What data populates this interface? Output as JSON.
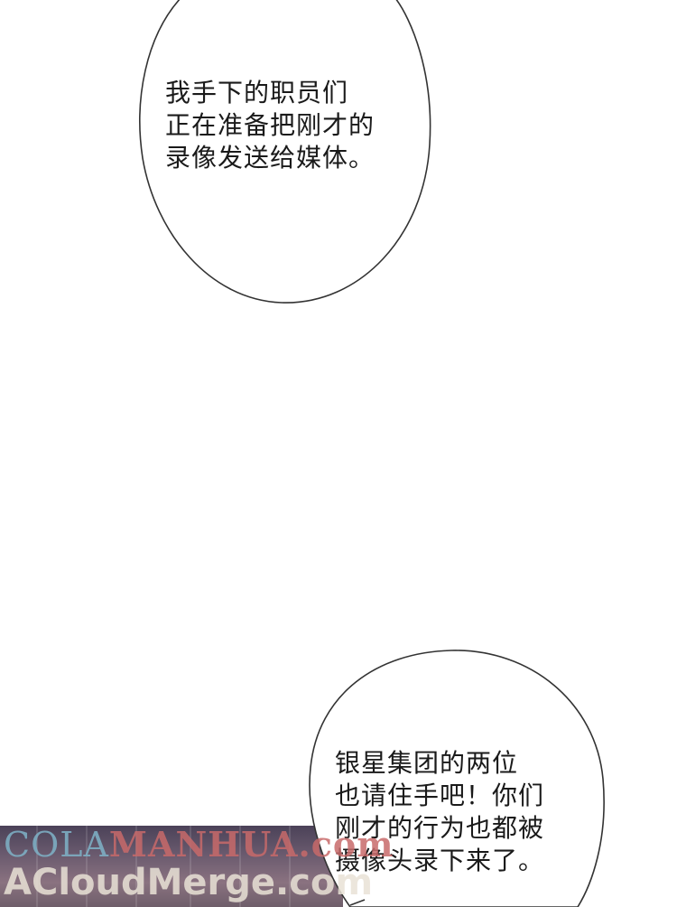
{
  "bubbles": [
    {
      "lines": [
        "我手下的职员们",
        "正在准备把刚才的",
        "录像发送给媒体。"
      ]
    },
    {
      "lines": [
        "银星集团的两位",
        "也请住手吧！你们",
        "刚才的行为也都被",
        "摄像头录下来了。"
      ]
    }
  ],
  "watermark": {
    "line1_a": "COLA",
    "line1_b": "MANHUA.com",
    "line2": "ACloudMerge.com"
  },
  "colors": {
    "background": "#ffffff",
    "bubble_stroke": "#333333",
    "text": "#1a1a1a"
  }
}
